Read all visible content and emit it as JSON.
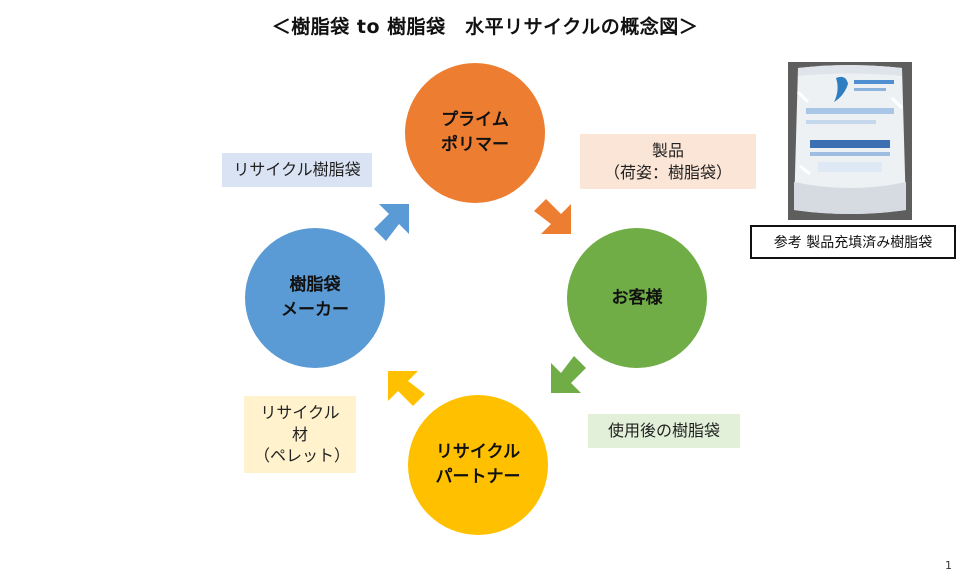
{
  "title": "＜樹脂袋 to 樹脂袋　水平リサイクルの概念図＞",
  "nodes": {
    "prime_polymer": {
      "line1": "プライム",
      "line2": "ポリマー",
      "color": "#ED7D31"
    },
    "customer": {
      "line1": "お客様",
      "color": "#70AD47"
    },
    "recycle_partner": {
      "line1": "リサイクル",
      "line2": "パートナー",
      "color": "#FFC000"
    },
    "bag_maker": {
      "line1": "樹脂袋",
      "line2": "メーカー",
      "color": "#5B9BD5"
    }
  },
  "flows": {
    "product": {
      "line1": "製品",
      "line2": "（荷姿：樹脂袋）",
      "bg": "#FBE5D6"
    },
    "used_bags": {
      "line1": "使用後の樹脂袋",
      "bg": "#E2F0D9"
    },
    "recycled_material": {
      "line1": "リサイクル材",
      "line2": "（ペレット）",
      "bg": "#FFF2CC"
    },
    "recycled_bags": {
      "line1": "リサイクル樹脂袋",
      "bg": "#DAE3F3"
    }
  },
  "reference": {
    "caption": "参考 製品充填済み樹脂袋"
  },
  "page_number": "1"
}
